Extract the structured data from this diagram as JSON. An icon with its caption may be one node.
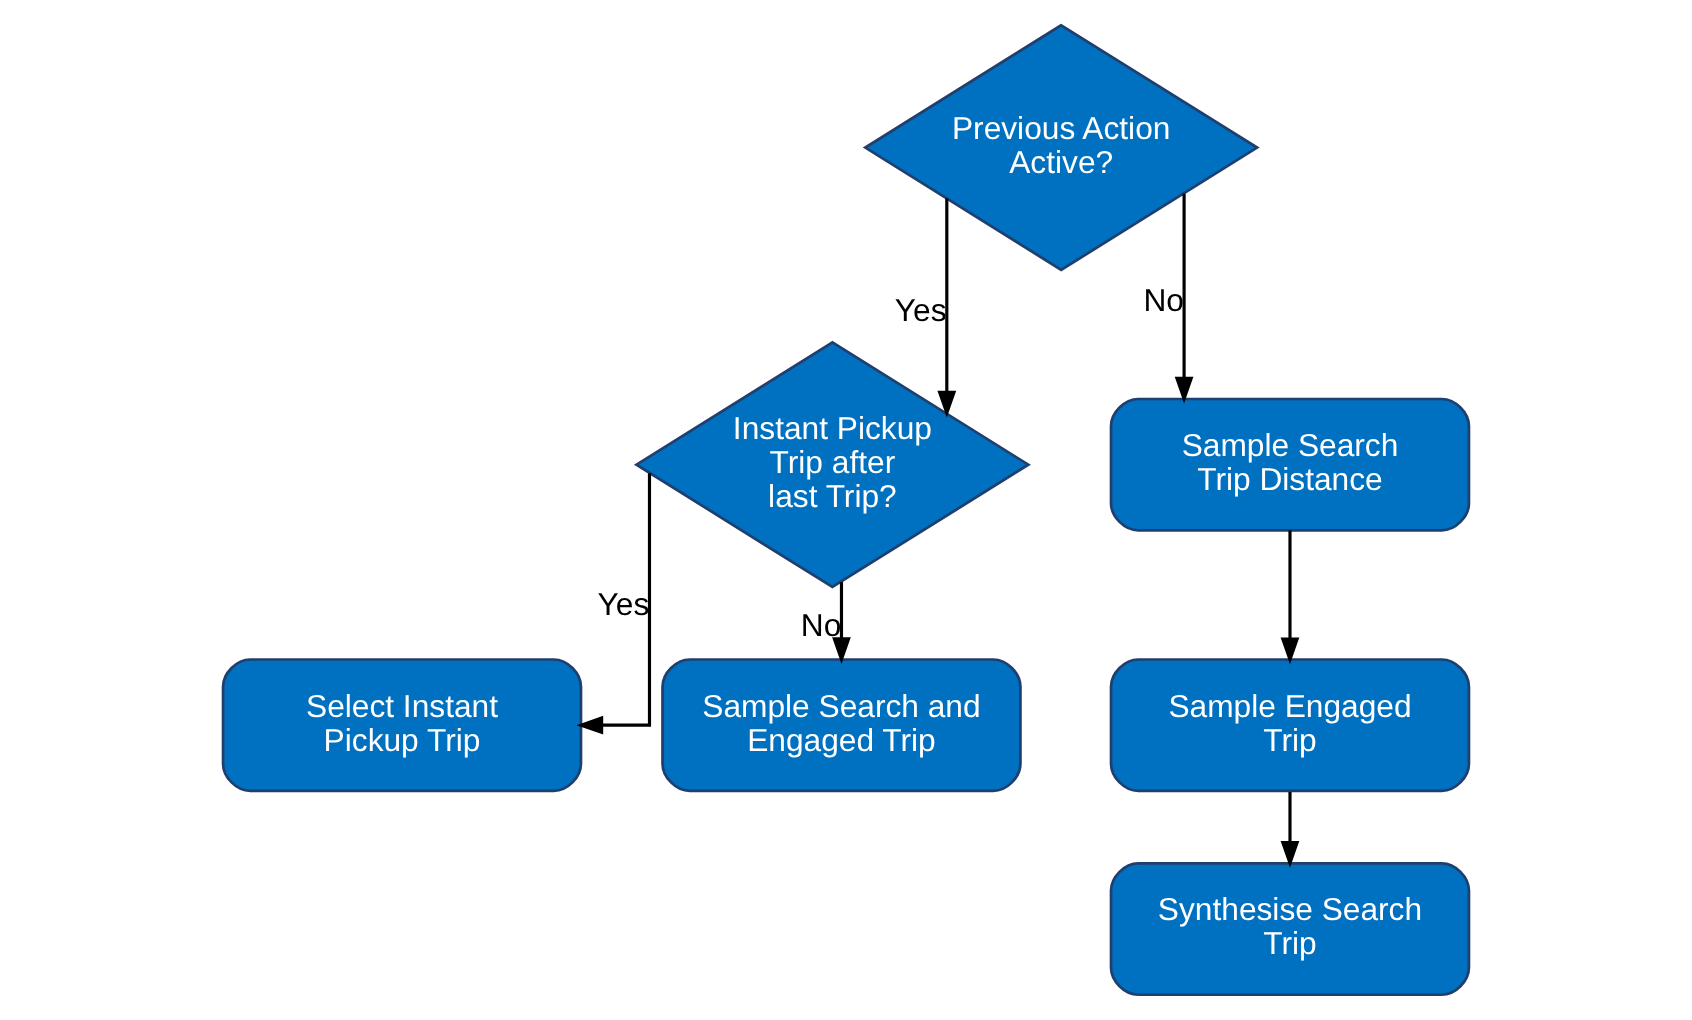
{
  "diagram": {
    "nodes": [
      {
        "text": [
          "Previous Action Active?"
        ]
      },
      {
        "text": [
          "Instant Pickup Trip after last Trip?"
        ]
      },
      {
        "text": [
          "Sample Search Trip Distance"
        ]
      },
      {
        "text": [
          "Select Instant Pickup Trip"
        ]
      },
      {
        "text": [
          "Sample Search and Engaged Trip"
        ]
      },
      {
        "text": [
          "Sample Engaged Trip"
        ]
      },
      {
        "text": [
          "Synthesise Search Trip"
        ]
      }
    ],
    "edges": [
      {
        "from": 0,
        "to": 1,
        "arrow": "to",
        "label": "Yes"
      },
      {
        "from": 0,
        "to": 2,
        "arrow": "to",
        "label": "No"
      },
      {
        "from": 1,
        "to": 3,
        "arrow": "to",
        "label": "Yes"
      },
      {
        "from": 1,
        "to": 4,
        "arrow": "to",
        "label": "No"
      },
      {
        "from": 2,
        "to": 5,
        "arrow": "to"
      },
      {
        "from": 5,
        "to": 6,
        "arrow": "to"
      }
    ]
  }
}
